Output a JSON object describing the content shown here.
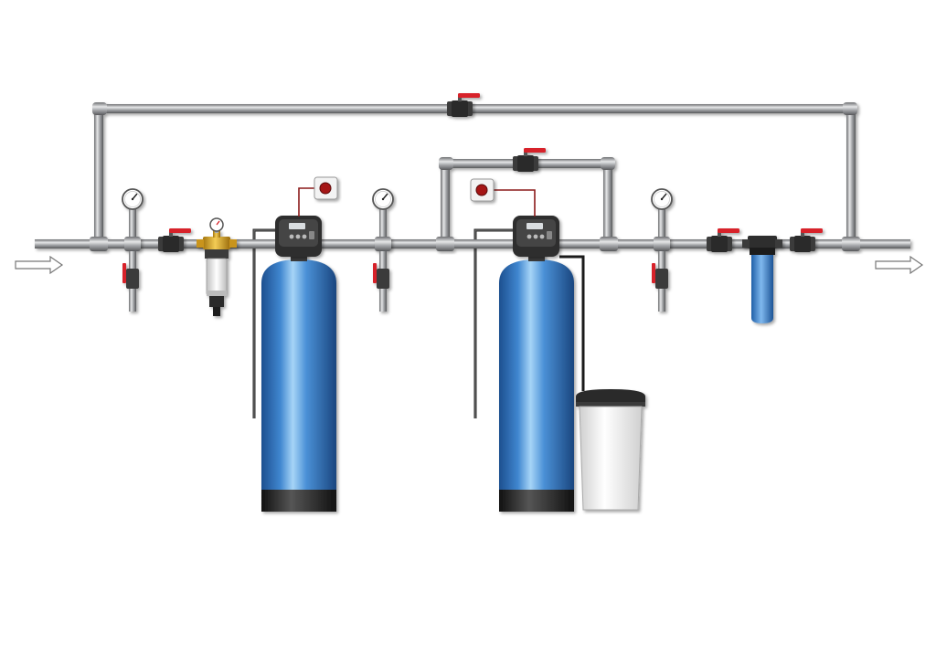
{
  "diagram": {
    "flow_direction": "left-to-right",
    "colors": {
      "pipe": "#a7a9ac",
      "pipe_highlight": "#e6e7e8",
      "pipe_shadow": "#6d6e71",
      "tank_blue": "#2f6fb8",
      "tank_light": "#8cc2f0",
      "tank_base": "#2b2b2b",
      "valve_body": "#3a3a3a",
      "valve_handle": "#d7232a",
      "brass": "#d9a520",
      "controller": "#2e2e2e",
      "signal_wire": "#8b1a1a",
      "brine_tank": "#f2f2f2",
      "drain_line": "#2a2a2a",
      "arrow_outline": "#777777"
    },
    "icons": {
      "inlet": "arrow-right-icon",
      "outlet": "arrow-right-icon",
      "gauge": "pressure-gauge-icon",
      "valve": "ball-valve-icon",
      "sample": "sampling-valve-icon",
      "sediment": "sediment-filter-icon",
      "controller": "control-valve-icon",
      "sensor": "sensor-icon",
      "cartridge": "cartridge-filter-icon",
      "brine": "brine-tank-icon"
    },
    "components": [
      "inlet-arrow",
      "pressure-gauge-1",
      "sampling-valve-1",
      "ball-valve-1",
      "sediment-filter",
      "filter-tank-1",
      "control-head-1",
      "sensor-1",
      "pressure-gauge-2",
      "sampling-valve-2",
      "bypass-valve-2",
      "softener-tank-2",
      "control-head-2",
      "sensor-2",
      "brine-tank",
      "pressure-gauge-3",
      "sampling-valve-3",
      "ball-valve-3",
      "cartridge-filter",
      "ball-valve-4",
      "main-bypass-valve",
      "outlet-arrow"
    ]
  }
}
